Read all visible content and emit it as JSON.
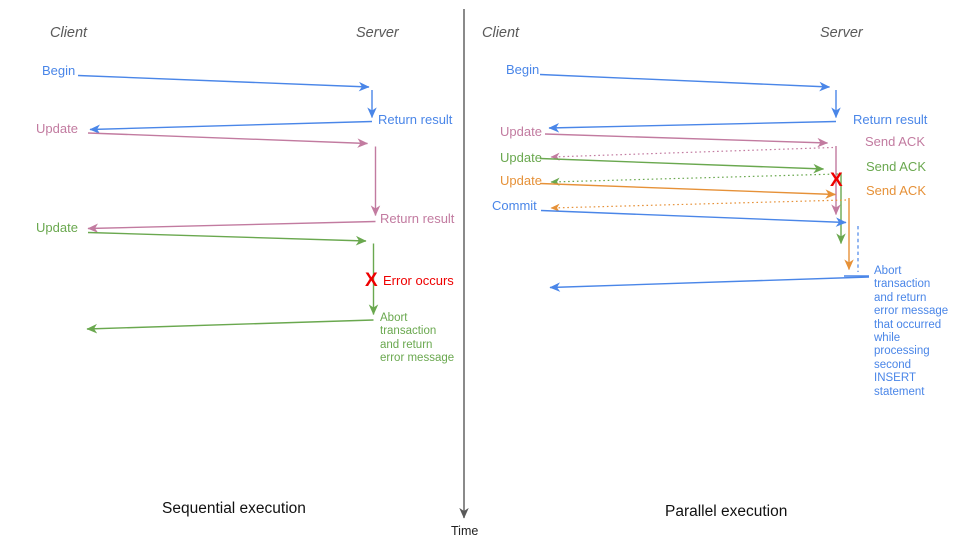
{
  "colors": {
    "blue": "#4a86e8",
    "pink": "#c27ba0",
    "green": "#6aa84f",
    "orange": "#e69138",
    "red": "#ee0000",
    "axis_gray": "#595959",
    "header_gray": "#595959"
  },
  "time_axis": {
    "label": "Time"
  },
  "sequential": {
    "title": "Sequential execution",
    "client_header": "Client",
    "server_header": "Server",
    "labels": {
      "begin": "Begin",
      "return_result_1": "Return result",
      "update_1": "Update",
      "return_result_2": "Return result",
      "update_2": "Update",
      "error_x": "X",
      "error_occurs": "Error occurs",
      "abort": "Abort\ntransaction\nand return\nerror message"
    }
  },
  "parallel": {
    "title": "Parallel execution",
    "client_header": "Client",
    "server_header": "Server",
    "labels": {
      "begin": "Begin",
      "return_result": "Return result",
      "update_1": "Update",
      "send_ack_1": "Send ACK",
      "update_2": "Update",
      "send_ack_2": "Send ACK",
      "update_3": "Update",
      "send_ack_3": "Send ACK",
      "commit": "Commit",
      "error_x": "X",
      "abort": "Abort\ntransaction\nand return\nerror message\nthat occurred\nwhile\nprocessing\nsecond\nINSERT\nstatement"
    }
  }
}
